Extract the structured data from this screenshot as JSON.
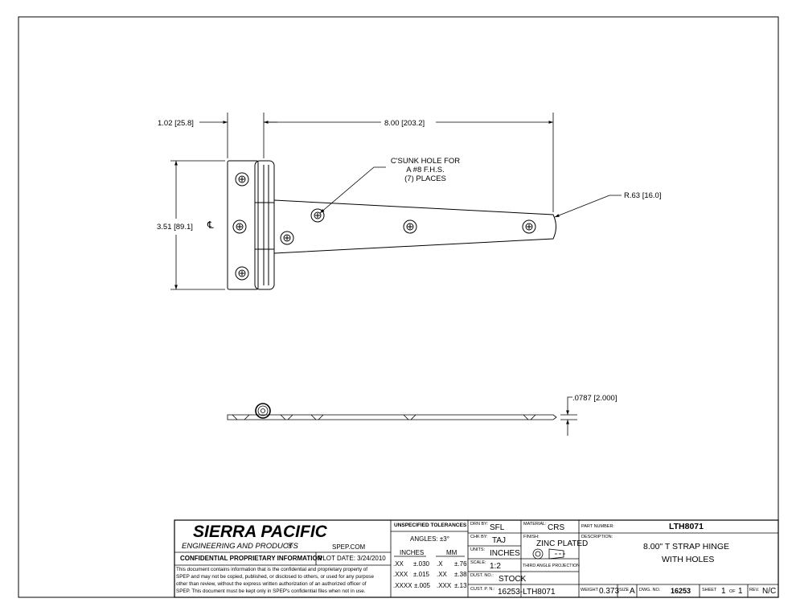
{
  "dimensions": {
    "flange_width": "1.02 [25.8]",
    "strap_length": "8.00 [203.2]",
    "leaf_height": "3.51 [89.1]",
    "radius": "R.63 [16.0]",
    "thickness": ".0787 [2.000]",
    "centerline_symbol": "℄"
  },
  "callout": {
    "line1": "C'SUNK HOLE FOR",
    "line2": "A #8 F.H.S.",
    "line3": "(7) PLACES"
  },
  "title_block": {
    "company_name": "SIERRA PACIFIC",
    "company_sub": "ENGINEERING AND PRODUCTS",
    "registered_mark": "®",
    "website": "SPEP.COM",
    "confidential_title": "CONFIDENTIAL PROPRIETARY INFORMATION",
    "plot_date": "PLOT DATE: 3/24/2010",
    "confidential_lines": [
      "This document contains information that is the confidential and proprietary property of",
      "SPEP and may not be copied, published, or disclosed to others, or used for any purpose",
      "other than review, without the express written authorization of an authorized officer of",
      "SPEP. This document must be kept only in SPEP's confidential files when not in use."
    ],
    "tolerances": {
      "title": "UNSPECIFIED TOLERANCES",
      "angles": "ANGLES: ±3°",
      "inches_header": "INCHES",
      "mm_header": "MM",
      "rows": [
        {
          "in_fmt": ".XX",
          "in_tol": "±.030",
          "mm_fmt": ".X",
          "mm_tol": "±.76"
        },
        {
          "in_fmt": ".XXX",
          "in_tol": "±.015",
          "mm_fmt": ".XX",
          "mm_tol": "±.38"
        },
        {
          "in_fmt": ".XXXX",
          "in_tol": "±.005",
          "mm_fmt": ".XXX",
          "mm_tol": "±.13"
        }
      ]
    },
    "drn_by_label": "DRN BY:",
    "drn_by": "SFL",
    "chk_by_label": "CHK BY:",
    "chk_by": "TAJ",
    "units_label": "UNITS:",
    "units": "INCHES",
    "scale_label": "SCALE:",
    "scale": "1:2",
    "dust_no_label": "DUST. NO.:",
    "dust_no": "STOCK",
    "cust_pn_label": "CUST. P. N.:",
    "cust_pn": "16253-LTH8071",
    "material_label": "MATERIAL:",
    "material": "CRS",
    "finish_label": "FINISH:",
    "finish": "ZINC PLATED",
    "projection_label": "THIRD ANGLE PROJECTION",
    "part_number_label": "PART NUMBER:",
    "part_number": "LTH8071",
    "description_label": "DESCRIPTION:",
    "description_line1": "8.00\" T STRAP HINGE",
    "description_line2": "WITH HOLES",
    "weight_label": "WEIGHT",
    "weight": "0.373",
    "size_label": "SIZE",
    "size": "A",
    "dwg_no_label": "DWG. NO.",
    "dwg_no": "16253",
    "sheet_label": "SHEET",
    "sheet": "1",
    "of_label": "OF",
    "sheet_total": "1",
    "rev_label": "REV.",
    "rev": "N/C"
  }
}
